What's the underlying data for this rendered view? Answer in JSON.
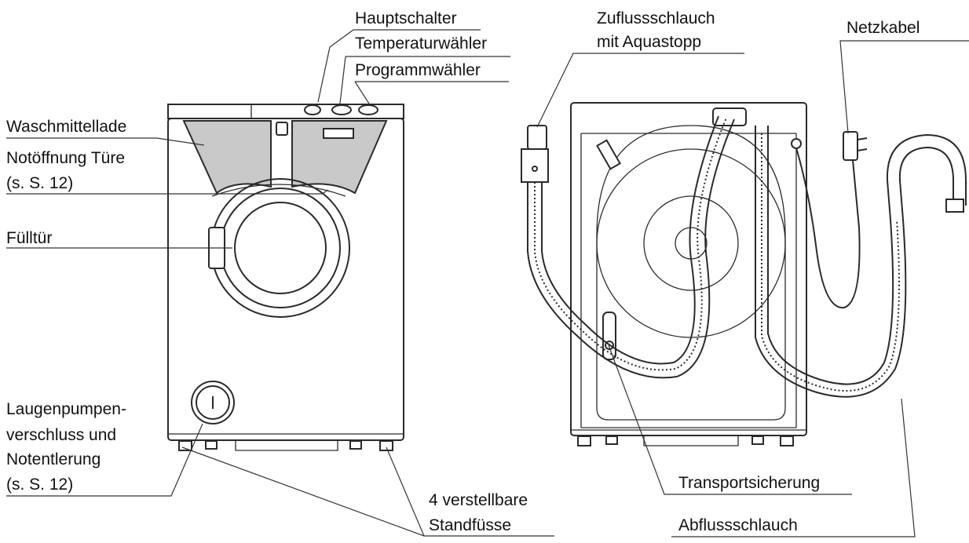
{
  "labels": {
    "hauptschalter": "Hauptschalter",
    "temperaturwaehler": "Temperaturwähler",
    "programmwaehler": "Programmwähler",
    "waschmittellade": "Waschmittellade",
    "notoeffnung_1": "Notöffnung Türe",
    "notoeffnung_2": "(s. S. 12)",
    "fuelltuer": "Fülltür",
    "laugenpumpe_1": "Laugenpumpen-",
    "laugenpumpe_2": "verschluss und",
    "laugenpumpe_3": "Notentlerung",
    "laugenpumpe_4": "(s. S. 12)",
    "standfuesse_1": "4 verstellbare",
    "standfuesse_2": "Standfüsse",
    "zufluss_1": "Zuflussschlauch",
    "zufluss_2": "mit Aquastopp",
    "netzkabel": "Netzkabel",
    "transportsicherung": "Transportsicherung",
    "abflussschlauch": "Abflussschlauch"
  }
}
